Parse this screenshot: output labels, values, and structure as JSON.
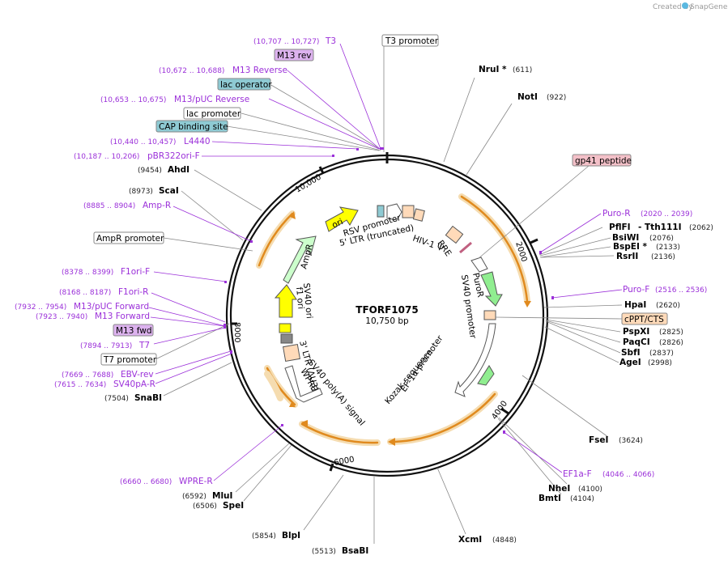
{
  "credit": {
    "prefix": "Created by",
    "brand": "SnapGene"
  },
  "plasmid": {
    "name": "TFORF1075",
    "size": "10,750 bp"
  },
  "ticks": [
    "2000",
    "4000",
    "6000",
    "8000",
    "10,000"
  ],
  "enzymes": [
    {
      "name": "NruI *",
      "pos": "(611)"
    },
    {
      "name": "NotI",
      "pos": "(922)"
    },
    {
      "name": "PflFI",
      "pos": ""
    },
    {
      "name": "- Tth111I",
      "pos": "(2062)"
    },
    {
      "name": "BsiWI",
      "pos": "(2076)"
    },
    {
      "name": "BspEI *",
      "pos": "(2133)"
    },
    {
      "name": "RsrII",
      "pos": "(2136)"
    },
    {
      "name": "HpaI",
      "pos": "(2620)"
    },
    {
      "name": "PspXI",
      "pos": "(2825)"
    },
    {
      "name": "PaqCI",
      "pos": "(2826)"
    },
    {
      "name": "SbfI",
      "pos": "(2837)"
    },
    {
      "name": "AgeI",
      "pos": "(2998)"
    },
    {
      "name": "FseI",
      "pos": "(3624)"
    },
    {
      "name": "NheI",
      "pos": "(4100)"
    },
    {
      "name": "BmtI",
      "pos": "(4104)"
    },
    {
      "name": "XcmI",
      "pos": "(4848)"
    },
    {
      "name": "BsaBI",
      "pos": "(5513)"
    },
    {
      "name": "BlpI",
      "pos": "(5854)"
    },
    {
      "name": "SpeI",
      "pos": "(6506)"
    },
    {
      "name": "MluI",
      "pos": "(6592)"
    },
    {
      "name": "SnaBI",
      "pos": "(7504)"
    },
    {
      "name": "ScaI",
      "pos": "(8973)"
    },
    {
      "name": "AhdI",
      "pos": "(9454)"
    }
  ],
  "features": [
    {
      "name": "T3",
      "pos": "(10,707 .. 10,727)"
    },
    {
      "name": "M13 Reverse",
      "pos": "(10,672 .. 10,688)"
    },
    {
      "name": "M13/pUC Reverse",
      "pos": "(10,653 .. 10,675)"
    },
    {
      "name": "L4440",
      "pos": "(10,440 .. 10,457)"
    },
    {
      "name": "pBR322ori-F",
      "pos": "(10,187 .. 10,206)"
    },
    {
      "name": "Amp-R",
      "pos": "(8885 .. 8904)"
    },
    {
      "name": "F1ori-F",
      "pos": "(8378 .. 8399)"
    },
    {
      "name": "F1ori-R",
      "pos": "(8168 .. 8187)"
    },
    {
      "name": "M13/pUC Forward",
      "pos": "(7932 .. 7954)"
    },
    {
      "name": "M13 Forward",
      "pos": "(7923 .. 7940)"
    },
    {
      "name": "T7",
      "pos": "(7894 .. 7913)"
    },
    {
      "name": "EBV-rev",
      "pos": "(7669 .. 7688)"
    },
    {
      "name": "SV40pA-R",
      "pos": "(7615 .. 7634)"
    },
    {
      "name": "WPRE-R",
      "pos": "(6660 .. 6680)"
    },
    {
      "name": "Puro-R",
      "pos": "(2020 .. 2039)"
    },
    {
      "name": "Puro-F",
      "pos": "(2516 .. 2536)"
    },
    {
      "name": "EF1a-F",
      "pos": "(4046 .. 4066)"
    }
  ],
  "boxes": [
    {
      "name": "T3 promoter"
    },
    {
      "name": "M13 rev"
    },
    {
      "name": "lac operator"
    },
    {
      "name": "lac promoter"
    },
    {
      "name": "CAP binding site"
    },
    {
      "name": "gp41 peptide"
    },
    {
      "name": "AmpR promoter"
    },
    {
      "name": "M13 fwd"
    },
    {
      "name": "T7 promoter"
    },
    {
      "name": "cPPT/CTS"
    }
  ],
  "inner_labels": [
    "RSV promoter",
    "5' LTR (truncated)",
    "HIV-1 Ψ",
    "RRE",
    "PuroR",
    "SV40 promoter",
    "EF-1α promoter",
    "Kozak sequence",
    "SV40 poly(A) signal",
    "3' LTR (ΔU3)",
    "WPRE",
    "SV40 ori",
    "f1 ori",
    "AmpR",
    "ori"
  ],
  "colors": {
    "feature_purple": "#9b30d9",
    "orf_orange": "#f5a623",
    "ampr_green": "#ccffcc",
    "puror_green": "#90ee90",
    "ori_yellow": "#ffff00",
    "lac_blue": "#8ecad3",
    "gp41_pink": "#f3c0c8",
    "m13_purple": "#dcb2ee",
    "cppt_orange": "#ffdab9"
  }
}
